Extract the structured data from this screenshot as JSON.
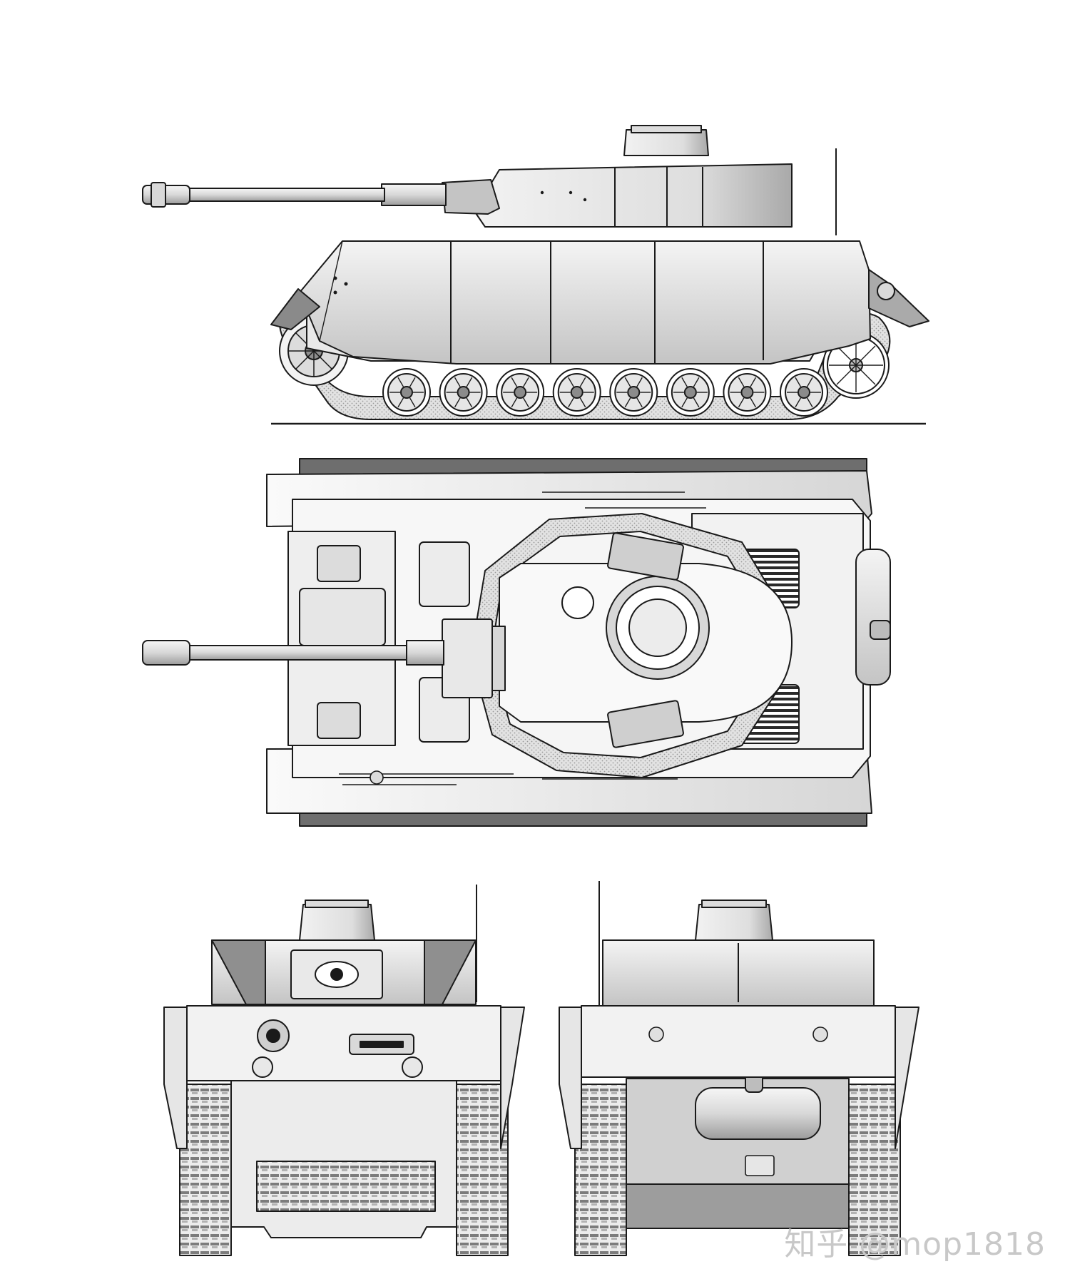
{
  "views": {
    "side": {
      "road_wheel_count": 8
    },
    "top": {
      "engine_grille_count": 2
    },
    "front": {},
    "rear": {}
  },
  "watermark": {
    "text": "知乎 @mop1818"
  },
  "colors": {
    "line": "#1a1a1a",
    "fill_light": "#ebebeb",
    "fill_mid": "#cfcfcf",
    "fill_dark": "#9a9a9a",
    "background": "#ffffff"
  }
}
